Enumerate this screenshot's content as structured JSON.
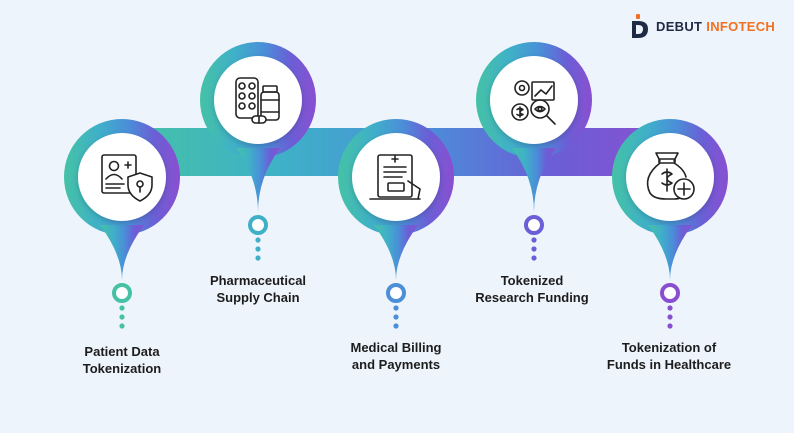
{
  "brand": {
    "word1": "DEBUT",
    "word2": "INFOTECH",
    "colors": {
      "dark": "#1f2a44",
      "accent": "#f37021"
    }
  },
  "steps": [
    {
      "line1": "Patient Data",
      "line2": "Tokenization",
      "icon": "patient-id-shield-icon",
      "color": "#45c2a6"
    },
    {
      "line1": "Pharmaceutical",
      "line2": "Supply Chain",
      "icon": "medicine-pills-bottle-icon",
      "color": "#3fb0c8"
    },
    {
      "line1": "Medical Billing",
      "line2": "and Payments",
      "icon": "medical-bill-icon",
      "color": "#4a8fd8"
    },
    {
      "line1": "Tokenized",
      "line2": "Research Funding",
      "icon": "research-funding-icon",
      "color": "#6a5fd6"
    },
    {
      "line1": "Tokenization of",
      "line2": "Funds in Healthcare",
      "icon": "money-bag-plus-icon",
      "color": "#8a4fd0"
    }
  ]
}
